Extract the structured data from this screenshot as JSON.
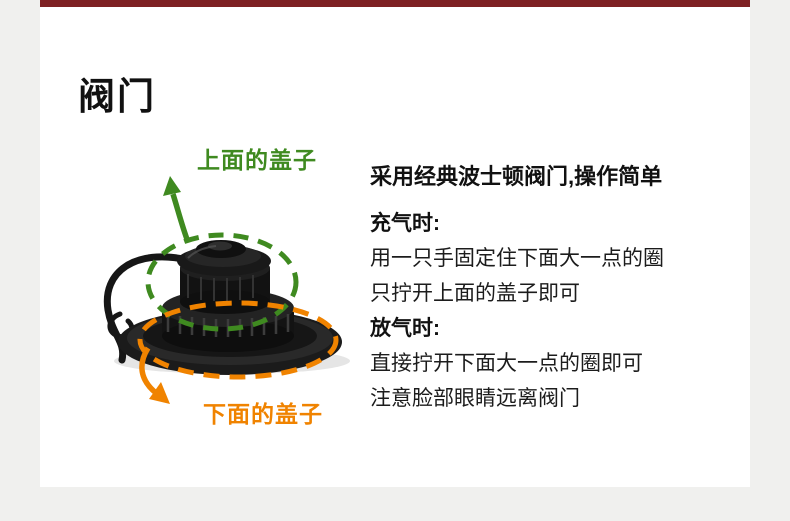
{
  "page": {
    "title": "阀门",
    "colors": {
      "background": "#f0f0ee",
      "card": "#ffffff",
      "accent_bar": "#7e2123",
      "label_green": "#3f8a20",
      "label_orange": "#f08300"
    }
  },
  "illustration": {
    "top_cap_label": "上面的盖子",
    "bottom_cap_label": "下面的盖子"
  },
  "description": {
    "headline": "采用经典波士顿阀门,操作简单",
    "sections": [
      {
        "title": "充气时:",
        "lines": [
          "用一只手固定住下面大一点的圈",
          "只拧开上面的盖子即可"
        ]
      },
      {
        "title": "放气时:",
        "lines": [
          "直接拧开下面大一点的圈即可",
          "注意脸部眼睛远离阀门"
        ]
      }
    ]
  }
}
